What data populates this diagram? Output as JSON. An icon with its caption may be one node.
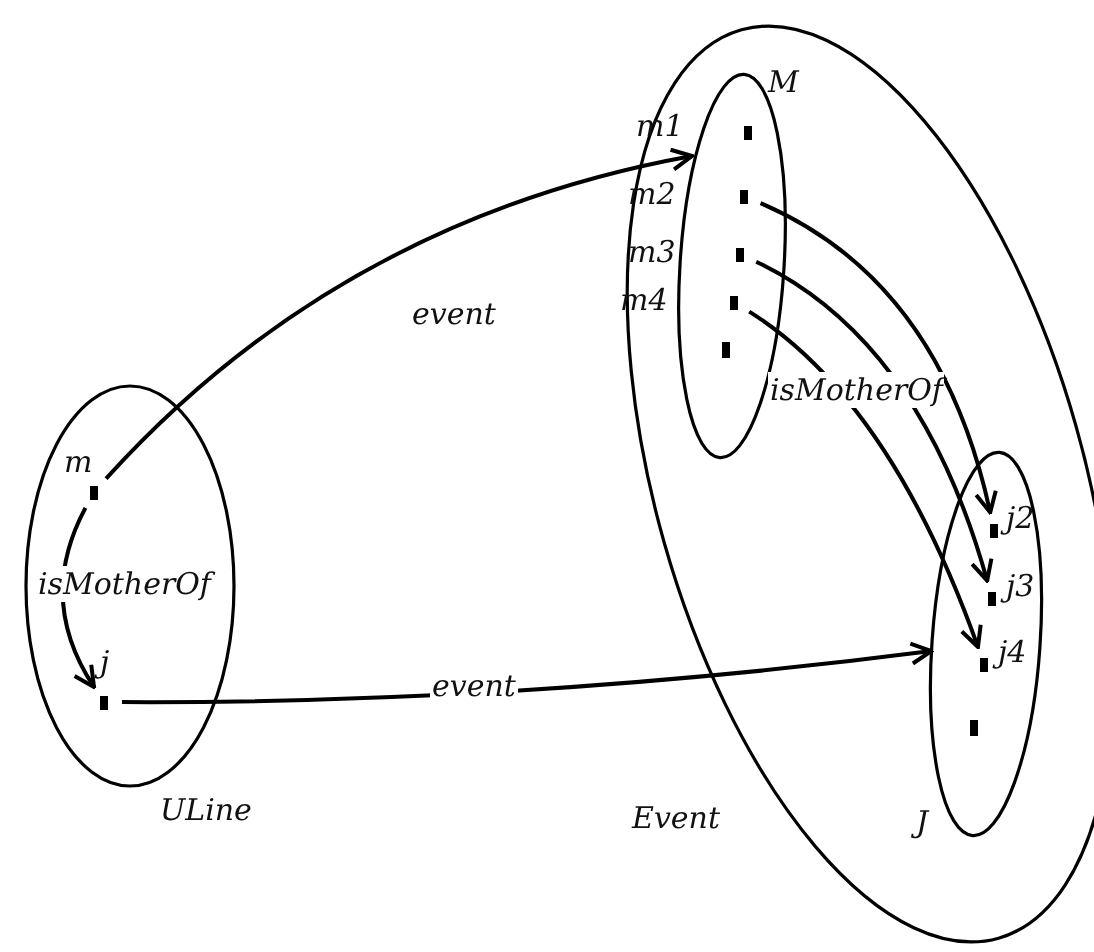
{
  "diagram": {
    "nodes": [
      {
        "text": [
          "ULine"
        ]
      },
      {
        "text": [
          "m"
        ],
        "in": 0
      },
      {
        "text": [
          "j"
        ],
        "in": 0
      },
      {
        "text": [
          "Event"
        ]
      },
      {
        "text": [
          "M"
        ],
        "in": 3
      },
      {
        "text": [
          "m1"
        ],
        "in": 4
      },
      {
        "text": [
          "m2"
        ],
        "in": 4
      },
      {
        "text": [
          "m3"
        ],
        "in": 4
      },
      {
        "text": [
          "m4"
        ],
        "in": 4
      },
      {
        "text": [],
        "shape": "dot",
        "in": 4
      },
      {
        "text": [
          "J"
        ],
        "in": 3
      },
      {
        "text": [
          "j2"
        ],
        "in": 10
      },
      {
        "text": [
          "j3"
        ],
        "in": 10
      },
      {
        "text": [
          "j4"
        ],
        "in": 10
      },
      {
        "text": [],
        "shape": "dot",
        "in": 10
      }
    ],
    "edges": [
      {
        "from": 1,
        "to": 5,
        "arrow": "to",
        "label": "event"
      },
      {
        "from": 1,
        "to": 2,
        "arrow": "to",
        "label": "isMotherOf"
      },
      {
        "from": 2,
        "to": 10,
        "arrow": "to",
        "label": "event"
      },
      {
        "from": 6,
        "to": 11,
        "arrow": "to"
      },
      {
        "from": 7,
        "to": 12,
        "arrow": "to",
        "label": "isMotherOf"
      },
      {
        "from": 8,
        "to": 13,
        "arrow": "to"
      }
    ]
  }
}
